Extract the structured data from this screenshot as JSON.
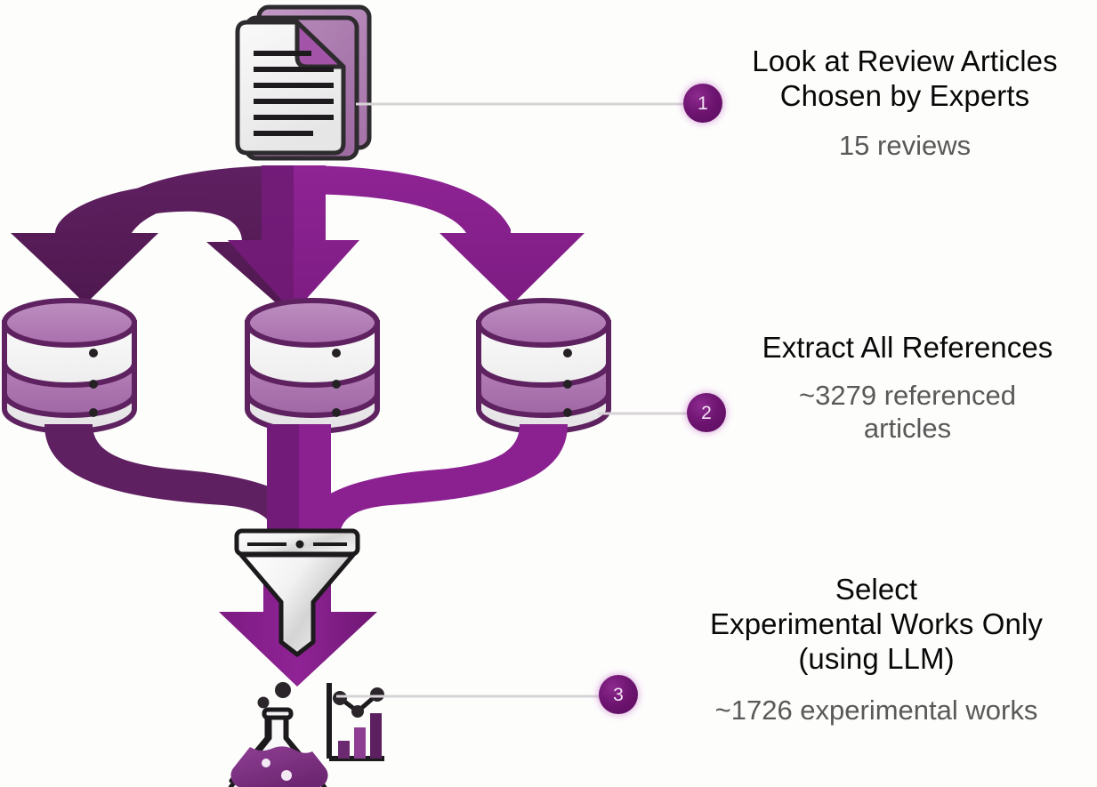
{
  "figure": {
    "type": "pipeline-flow-diagram",
    "background_color": "#fdfdfc",
    "accent_color": "#7a1c7d",
    "accent_dark": "#5c1d5e",
    "accent_bright": "#8b2191",
    "accent_light": "#b07ab3",
    "title_color": "#080808",
    "subtitle_color": "#595959",
    "connector_color": "#d7d3d7"
  },
  "steps": [
    {
      "number": "1",
      "title": "Look at Review Articles\nChosen by Experts",
      "subtitle": "15 reviews",
      "icon": "documents-stack-icon",
      "count_value": 15,
      "count_unit": "reviews"
    },
    {
      "number": "2",
      "title": "Extract All References",
      "subtitle": "~3279 referenced\narticles",
      "icon": "database-cylinder-icon",
      "count_value": 3279,
      "count_unit": "referenced articles"
    },
    {
      "number": "3",
      "title": "Select\nExperimental Works Only\n(using LLM)",
      "subtitle": "~1726 experimental works",
      "icon": "flask-chart-icon",
      "count_value": 1726,
      "count_unit": "experimental works"
    }
  ],
  "icons": {
    "documents": "documents-stack-icon",
    "database": "database-cylinder-icon",
    "funnel": "funnel-icon",
    "flask": "flask-icon",
    "chart": "bar-chart-icon",
    "arrow_down": "arrow-down-icon"
  }
}
